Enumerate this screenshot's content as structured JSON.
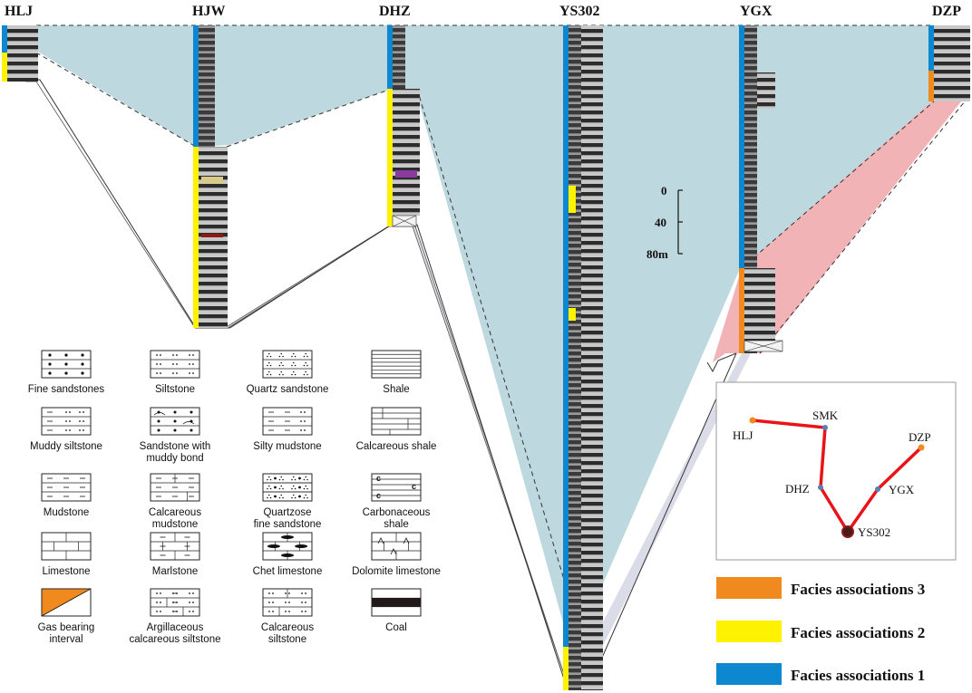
{
  "wells": [
    {
      "id": "hlj",
      "name": "HLJ"
    },
    {
      "id": "hjw",
      "name": "HJW"
    },
    {
      "id": "dhz",
      "name": "DHZ"
    },
    {
      "id": "ys302",
      "name": "YS302"
    },
    {
      "id": "ygx",
      "name": "YGX"
    },
    {
      "id": "dzp",
      "name": "DZP"
    }
  ],
  "scale": {
    "labels": [
      "0",
      "40",
      "80m"
    ]
  },
  "legend": [
    {
      "id": "fine-sandstones",
      "lines": [
        "Fine sandstones"
      ],
      "pattern": "dots"
    },
    {
      "id": "siltstone",
      "lines": [
        "Siltstone"
      ],
      "pattern": "silt"
    },
    {
      "id": "quartz-sandstone",
      "lines": [
        "Quartz sandstone"
      ],
      "pattern": "quartz"
    },
    {
      "id": "shale",
      "lines": [
        "Shale"
      ],
      "pattern": "shale"
    },
    {
      "id": "muddy-siltstone",
      "lines": [
        "Muddy siltstone"
      ],
      "pattern": "muddysilt"
    },
    {
      "id": "sandstone-muddy-bond",
      "lines": [
        "Sandstone with",
        "muddy bond"
      ],
      "pattern": "sandmud"
    },
    {
      "id": "silty-mudstone",
      "lines": [
        "Silty mudstone"
      ],
      "pattern": "siltymud"
    },
    {
      "id": "calcareous-shale",
      "lines": [
        "Calcareous shale"
      ],
      "pattern": "calcshale"
    },
    {
      "id": "mudstone",
      "lines": [
        "Mudstone"
      ],
      "pattern": "mudstone"
    },
    {
      "id": "calcareous-mudstone",
      "lines": [
        "Calcareous",
        "mudstone"
      ],
      "pattern": "calcmud"
    },
    {
      "id": "quartzose-fine-sandstone",
      "lines": [
        "Quartzose",
        "fine sandstone"
      ],
      "pattern": "quartzfine"
    },
    {
      "id": "carbonaceous-shale",
      "lines": [
        "Carbonaceous",
        "shale"
      ],
      "pattern": "carbshale"
    },
    {
      "id": "limestone",
      "lines": [
        "Limestone"
      ],
      "pattern": "limestone"
    },
    {
      "id": "marlstone",
      "lines": [
        "Marlstone"
      ],
      "pattern": "marl"
    },
    {
      "id": "chet-limestone",
      "lines": [
        "Chet limestone"
      ],
      "pattern": "chert"
    },
    {
      "id": "dolomite-limestone",
      "lines": [
        "Dolomite limestone"
      ],
      "pattern": "dolomite"
    },
    {
      "id": "gas-bearing-interval",
      "lines": [
        "Gas bearing",
        "interval"
      ],
      "pattern": "gas"
    },
    {
      "id": "argillaceous-calcareous-siltstone",
      "lines": [
        "Argillaceous",
        "calcareous siltstone"
      ],
      "pattern": "argcalcsilt"
    },
    {
      "id": "calcareous-siltstone",
      "lines": [
        "Calcareous",
        "siltstone"
      ],
      "pattern": "calcsilt"
    },
    {
      "id": "coal",
      "lines": [
        "Coal"
      ],
      "pattern": "coal"
    }
  ],
  "map": {
    "stations": [
      {
        "id": "hlj",
        "label": "HLJ",
        "color": "#f08a1e"
      },
      {
        "id": "smk",
        "label": "SMK",
        "color": "#5a7fb5"
      },
      {
        "id": "dzp",
        "label": "DZP",
        "color": "#f08a1e"
      },
      {
        "id": "dhz",
        "label": "DHZ",
        "color": "#5a7fb5"
      },
      {
        "id": "ygx",
        "label": "YGX",
        "color": "#5a7fb5"
      },
      {
        "id": "ys302",
        "label": "YS302",
        "color": "#8b1a1a"
      }
    ],
    "route_color": "#e8141a"
  },
  "facies": [
    {
      "id": "fa3",
      "label": "Facies associations 3",
      "color": "#f08a1e"
    },
    {
      "id": "fa2",
      "label": "Facies associations 2",
      "color": "#fff200"
    },
    {
      "id": "fa1",
      "label": "Facies associations 1",
      "color": "#0d87cf"
    }
  ],
  "colors": {
    "upper_fill": "#bdd8df",
    "lower_fill": "#dadce8",
    "red_fill": "#f2b3b6"
  }
}
